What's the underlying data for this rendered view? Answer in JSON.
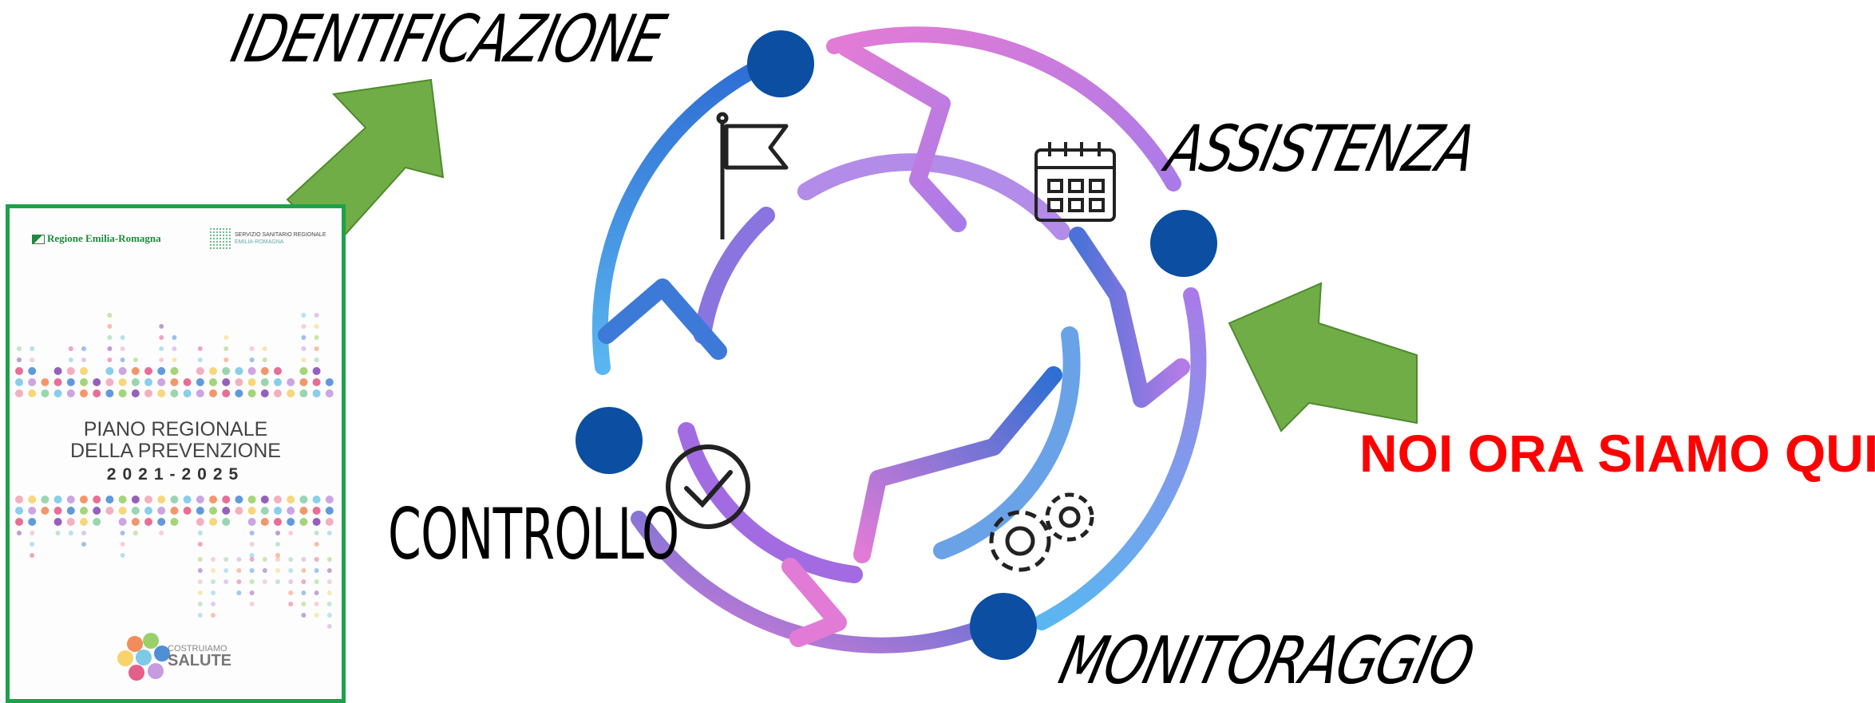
{
  "stages": {
    "identificazione": "IDENTIFICAZIONE",
    "assistenza": "ASSISTENZA",
    "monitoraggio": "MONITORAGGIO",
    "controllo": "CONTROLLO"
  },
  "callout": {
    "text": "NOI ORA SIAMO QUI",
    "color": "#ff0000"
  },
  "poster": {
    "logo_left": "Regione Emilia-Romagna",
    "logo_right": "SERVIZIO SANITARIO REGIONALE",
    "logo_right_sub": "EMILIA-ROMAGNA",
    "title_line1": "PIANO REGIONALE",
    "title_line2": "DELLA PREVENZIONE",
    "years": "2021-2025",
    "brand_top": "COSTRUIAMO",
    "brand_main": "SALUTE",
    "border_color": "#1ea14b"
  },
  "colors": {
    "arrow_green": "#70ad47",
    "node_blue": "#0b4ea2",
    "cycle_gradient": [
      "#2f6fd4",
      "#5ab6f0",
      "#a97be8",
      "#e27bd6"
    ],
    "dot_palette": [
      "#f2a7b8",
      "#f7d36b",
      "#8ed1a7",
      "#7cc9e8",
      "#c79be0",
      "#f28c5b",
      "#e45f8a",
      "#4f8fd8",
      "#9ad06a",
      "#8a4fb5"
    ]
  },
  "icons": [
    "flag-icon",
    "calendar-icon",
    "gears-icon",
    "checkmark-icon"
  ]
}
